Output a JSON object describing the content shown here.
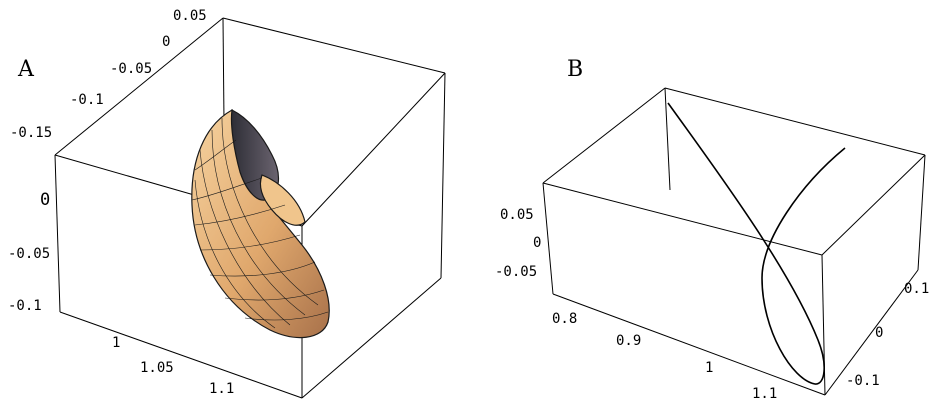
{
  "panels": {
    "a": {
      "label": "A",
      "ticks_top": [
        "0.05",
        "0",
        "-0.05",
        "-0.1",
        "-0.15"
      ],
      "ticks_left": [
        "0",
        "-0.05",
        "-0.1"
      ],
      "ticks_bottom": [
        "1",
        "1.05",
        "1.1"
      ]
    },
    "b": {
      "label": "B",
      "ticks_left": [
        "0.05",
        "0",
        "-0.05"
      ],
      "ticks_bottom": [
        "0.8",
        "0.9",
        "1",
        "1.1"
      ],
      "ticks_right": [
        "0.1",
        "0",
        "-0.1"
      ]
    }
  },
  "colors": {
    "surface_light": "#f3c98e",
    "surface_mid": "#d9a26a",
    "surface_dark": "#3a3a44",
    "lines": "#000000"
  }
}
